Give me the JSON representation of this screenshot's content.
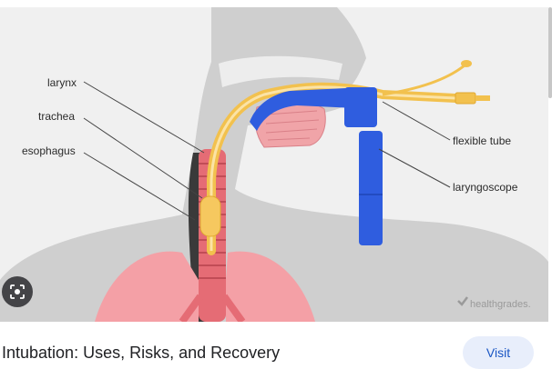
{
  "image": {
    "labels": {
      "larynx": "larynx",
      "trachea": "trachea",
      "esophagus": "esophagus",
      "flexible_tube": "flexible tube",
      "laryngoscope": "laryngoscope"
    },
    "watermark": "healthgrades."
  },
  "result": {
    "title": "Intubation: Uses, Risks, and Recovery",
    "visit_label": "Visit"
  },
  "icons": {
    "lens": "lens-search-icon",
    "brand": "healthgrades-logo-icon"
  },
  "colors": {
    "tube": "#f2c14e",
    "laryngoscope": "#2f5ddf",
    "lungs": "#f4a0a6",
    "visit_bg": "#e8eefb",
    "visit_text": "#1a56c4"
  }
}
